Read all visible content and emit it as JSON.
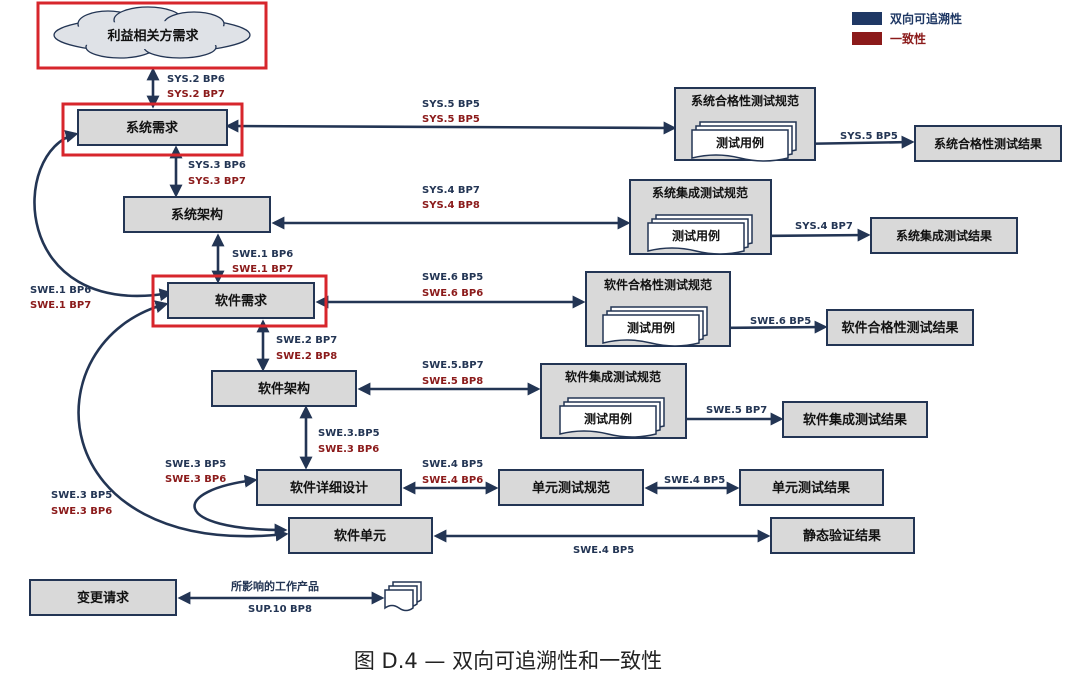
{
  "legend": {
    "traceability": {
      "label": "双向可追溯性",
      "color": "#1f3864"
    },
    "consistency": {
      "label": "一致性",
      "color": "#8b1a1a"
    }
  },
  "nodes": {
    "stakeholder": "利益相关方需求",
    "sys_req": "系统需求",
    "sys_arch": "系统架构",
    "sw_req": "软件需求",
    "sw_arch": "软件架构",
    "sw_detail": "软件详细设计",
    "sw_unit": "软件单元",
    "change_req": "变更请求",
    "sys_qual_spec": "系统合格性测试规范",
    "sys_int_spec": "系统集成测试规范",
    "sw_qual_spec": "软件合格性测试规范",
    "sw_int_spec": "软件集成测试规范",
    "test_case": "测试用例",
    "sys_qual_result": "系统合格性测试结果",
    "sys_int_result": "系统集成测试结果",
    "sw_qual_result": "软件合格性测试结果",
    "sw_int_result": "软件集成测试结果",
    "unit_spec": "单元测试规范",
    "unit_result": "单元测试结果",
    "static_result": "静态验证结果"
  },
  "labels": {
    "sys2_bp6": "SYS.2 BP6",
    "sys2_bp7": "SYS.2 BP7",
    "sys3_bp6": "SYS.3 BP6",
    "sys3_bp7": "SYS.3 BP7",
    "swe1_bp6": "SWE.1 BP6",
    "swe1_bp7": "SWE.1 BP7",
    "swe2_bp7": "SWE.2 BP7",
    "swe2_bp8": "SWE.2 BP8",
    "swe3_bp5_dot": "SWE.3.BP5",
    "swe3_bp5": "SWE.3 BP5",
    "swe3_bp6": "SWE.3 BP6",
    "sys5_bp5": "SYS.5 BP5",
    "sys4_bp7": "SYS.4 BP7",
    "sys4_bp8": "SYS.4 BP8",
    "swe6_bp5": "SWE.6 BP5",
    "swe6_bp6": "SWE.6 BP6",
    "swe5_bp7_dot": "SWE.5.BP7",
    "swe5_bp7": "SWE.5 BP7",
    "swe5_bp8": "SWE.5 BP8",
    "swe4_bp5": "SWE.4 BP5",
    "swe4_bp6": "SWE.4 BP6",
    "affected": "所影响的工作产品",
    "sup10_bp8": "SUP.10 BP8"
  },
  "caption": "图 D.4 — 双向可追溯性和一致性"
}
